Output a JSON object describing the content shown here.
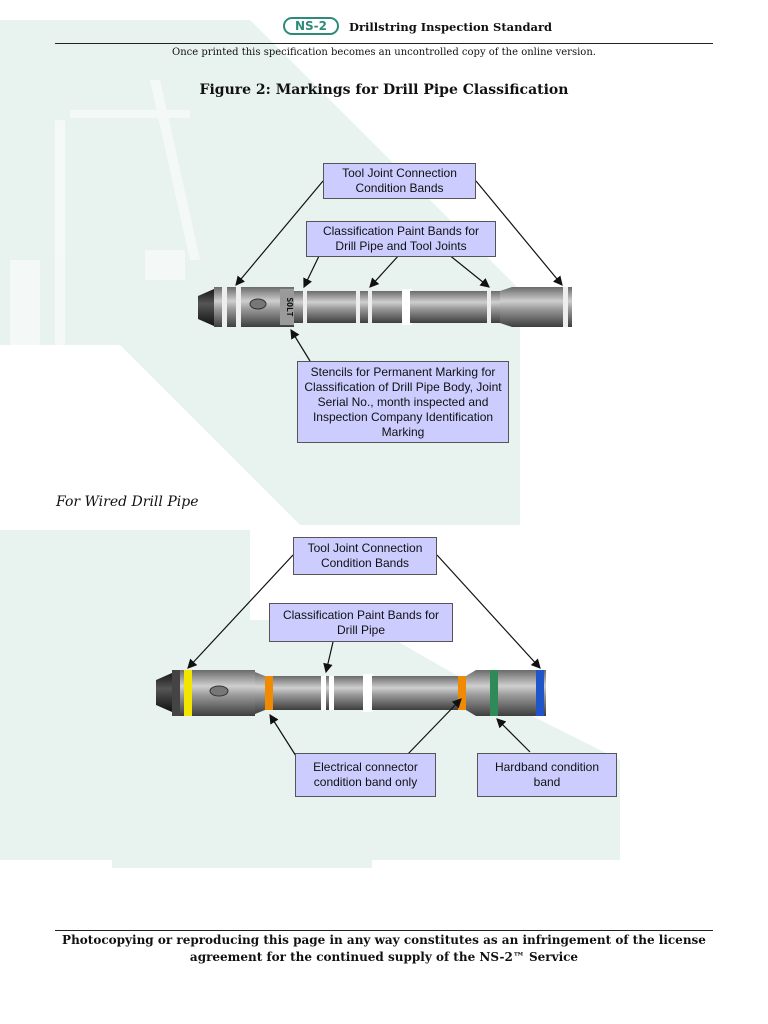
{
  "header": {
    "logo_text": "NS-2",
    "title": "Drillstring Inspection Standard",
    "notice": "Once printed this specification becomes an uncontrolled copy of the online version."
  },
  "figure": {
    "title": "Figure 2: Markings for Drill Pipe Classification",
    "callouts": {
      "tool_joint": "Tool Joint Connection Condition Bands",
      "classification": "Classification Paint Bands for Drill Pipe and Tool Joints",
      "stencils": "Stencils for Permanent Marking for Classification of Drill Pipe Body, Joint Serial No., month inspected and Inspection Company Identification Marking"
    },
    "stencil_mark": "SOLT"
  },
  "wired": {
    "subheading": "For Wired Drill Pipe",
    "callouts": {
      "tool_joint": "Tool Joint Connection Condition Bands",
      "classification": "Classification Paint Bands for Drill Pipe",
      "electrical": "Electrical connector condition band only",
      "hardband": "Hardband condition band"
    },
    "band_colors": {
      "yellow": "#f2e600",
      "orange": "#f08a00",
      "white": "#ffffff",
      "green": "#2e8b57",
      "blue": "#1f55c9"
    }
  },
  "footer": {
    "line1": "Photocopying or reproducing this page in any way constitutes as an infringement of the license",
    "line2": "agreement for the continued supply of the NS-2™ Service"
  },
  "colors": {
    "watermark": "#e6f2ee",
    "callout_fill": "#ccccff"
  }
}
